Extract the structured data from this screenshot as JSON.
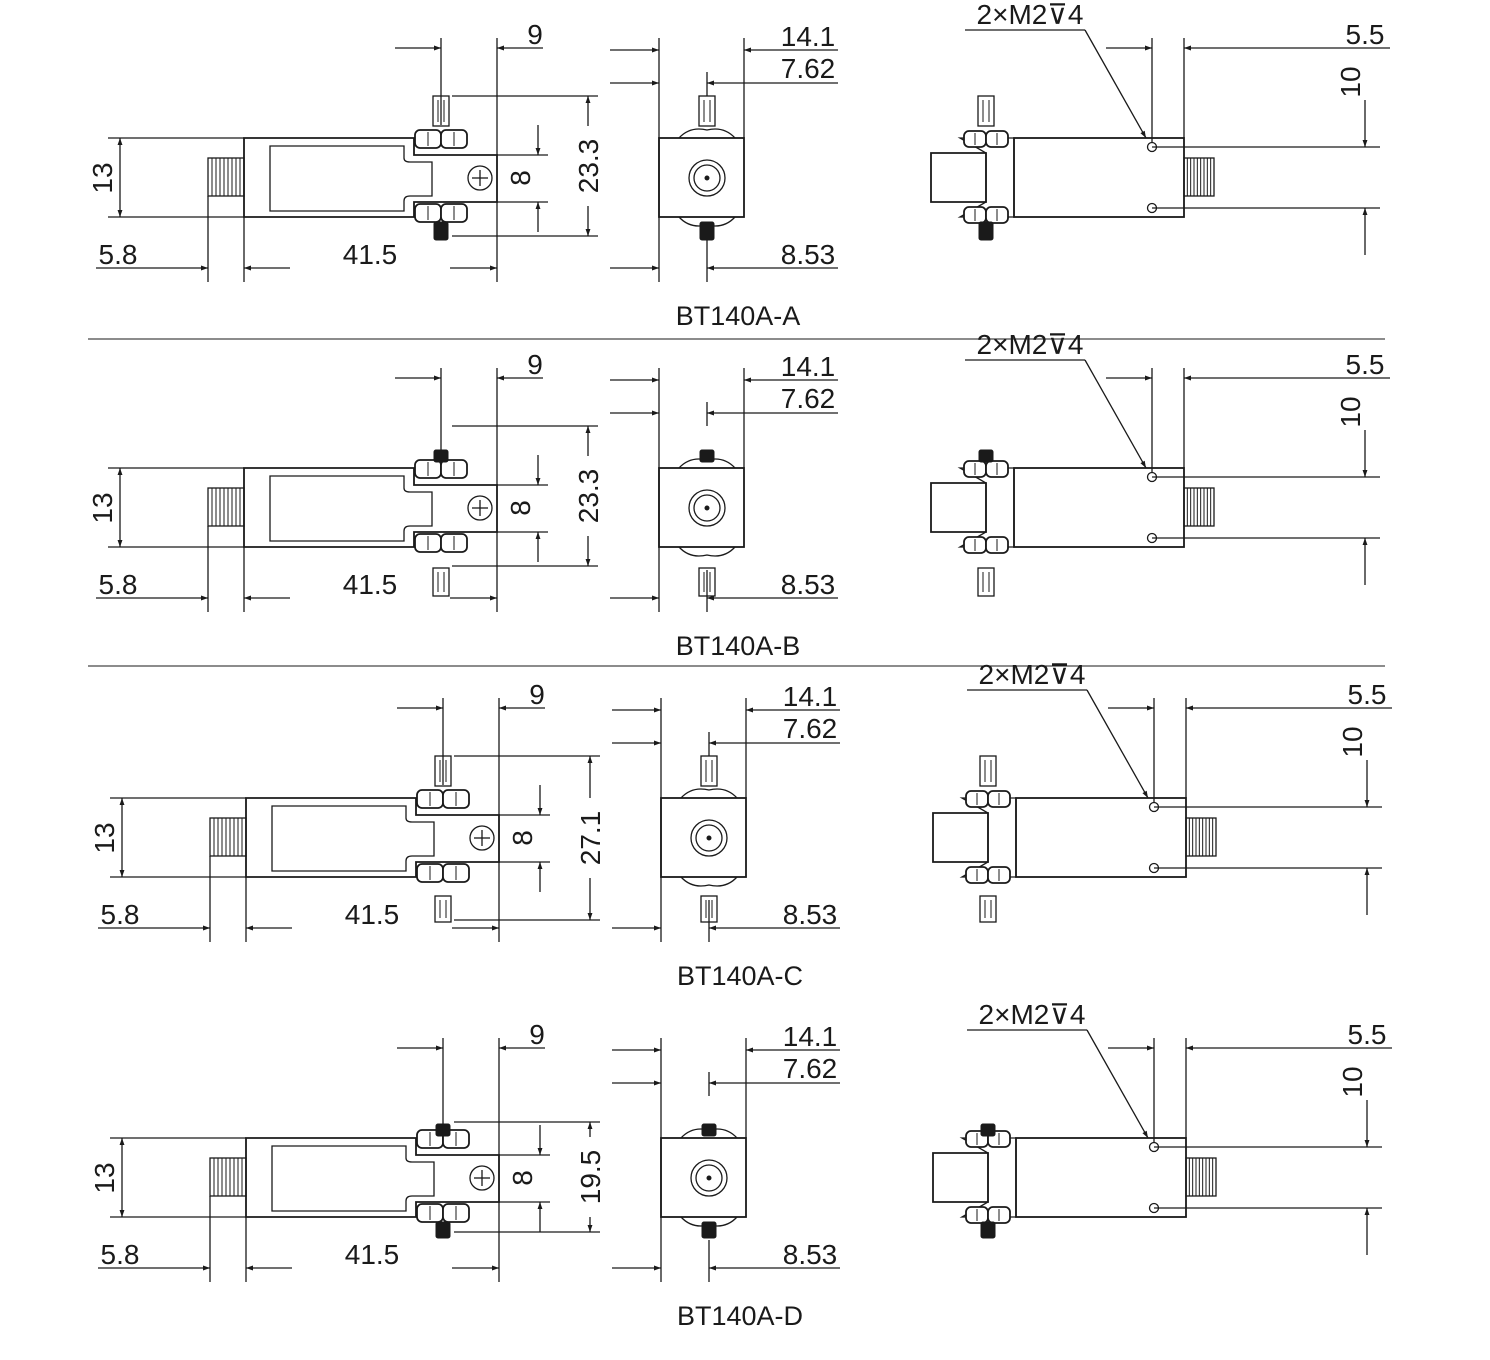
{
  "variants": [
    {
      "model": "BT140A-A",
      "bias_pins": "top-open-bottom-solid",
      "dims": {
        "flange_offset": "9",
        "total_height": "23.3",
        "flange_hole": "8",
        "body_height": "13",
        "connector_len": "5.8",
        "body_len": "41.5",
        "side_width": "14.1",
        "side_center": "7.62",
        "side_depth": "8.53",
        "pitch": "5.5",
        "hole_spacing": "10",
        "holes_note": "2×M2⊽4"
      }
    },
    {
      "model": "BT140A-B",
      "bias_pins": "top-solid-bottom-open",
      "dims": {
        "flange_offset": "9",
        "total_height": "23.3",
        "flange_hole": "8",
        "body_height": "13",
        "connector_len": "5.8",
        "body_len": "41.5",
        "side_width": "14.1",
        "side_center": "7.62",
        "side_depth": "8.53",
        "pitch": "5.5",
        "hole_spacing": "10",
        "holes_note": "2×M2⊽4"
      }
    },
    {
      "model": "BT140A-C",
      "bias_pins": "both-open",
      "dims": {
        "flange_offset": "9",
        "total_height": "27.1",
        "flange_hole": "8",
        "body_height": "13",
        "connector_len": "5.8",
        "body_len": "41.5",
        "side_width": "14.1",
        "side_center": "7.62",
        "side_depth": "8.53",
        "pitch": "5.5",
        "hole_spacing": "10",
        "holes_note": "2×M2⊽4"
      }
    },
    {
      "model": "BT140A-D",
      "bias_pins": "both-solid",
      "dims": {
        "flange_offset": "9",
        "total_height": "19.5",
        "flange_hole": "8",
        "body_height": "13",
        "connector_len": "5.8",
        "body_len": "41.5",
        "side_width": "14.1",
        "side_center": "7.62",
        "side_depth": "8.53",
        "pitch": "5.5",
        "hole_spacing": "10",
        "holes_note": "2×M2⊽4"
      }
    }
  ]
}
